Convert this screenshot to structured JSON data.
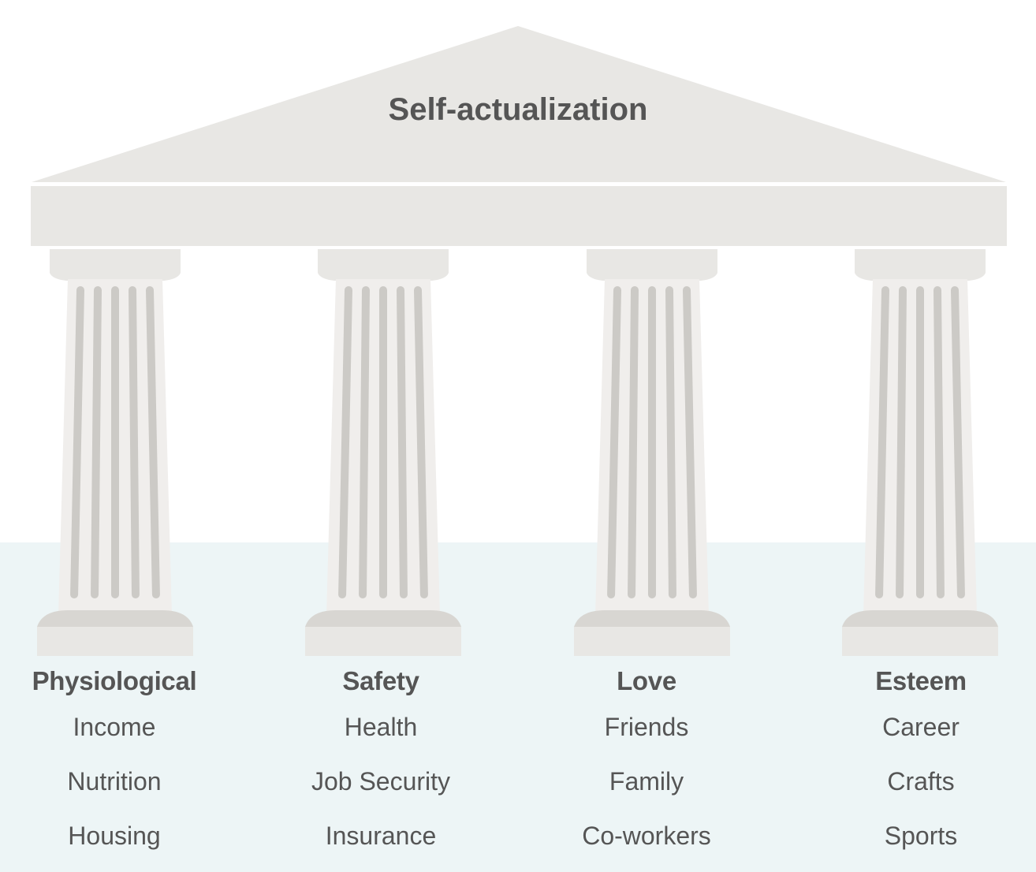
{
  "diagram": {
    "roof_label": "Self-actualization",
    "pillars": [
      {
        "heading": "Physiological",
        "items": [
          "Income",
          "Nutrition",
          "Housing"
        ]
      },
      {
        "heading": "Safety",
        "items": [
          "Health",
          "Job Security",
          "Insurance"
        ]
      },
      {
        "heading": "Love",
        "items": [
          "Friends",
          "Family",
          "Co-workers"
        ]
      },
      {
        "heading": "Esteem",
        "items": [
          "Career",
          "Crafts",
          "Sports"
        ]
      }
    ]
  },
  "colors": {
    "roof": "#e8e7e4",
    "column": "#f0eeec",
    "flute": "#cccac6",
    "base_band": "#d8d6d2",
    "ground": "#edf5f6",
    "text": "#555555"
  }
}
